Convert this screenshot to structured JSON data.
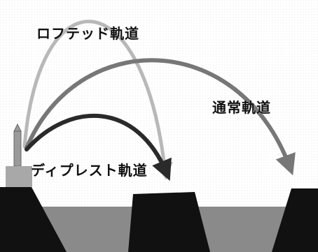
{
  "labels": {
    "lofted": "ロフテッド軌道",
    "normal": "通常軌道",
    "depressed": "ディプレスト軌道"
  },
  "colors": {
    "lofted": "#b8b8b8",
    "normal": "#777777",
    "depressed": "#2a2a2a",
    "terrain": "#111111",
    "sea": "#8a8a8a",
    "launcher": "#9a9a9a"
  }
}
